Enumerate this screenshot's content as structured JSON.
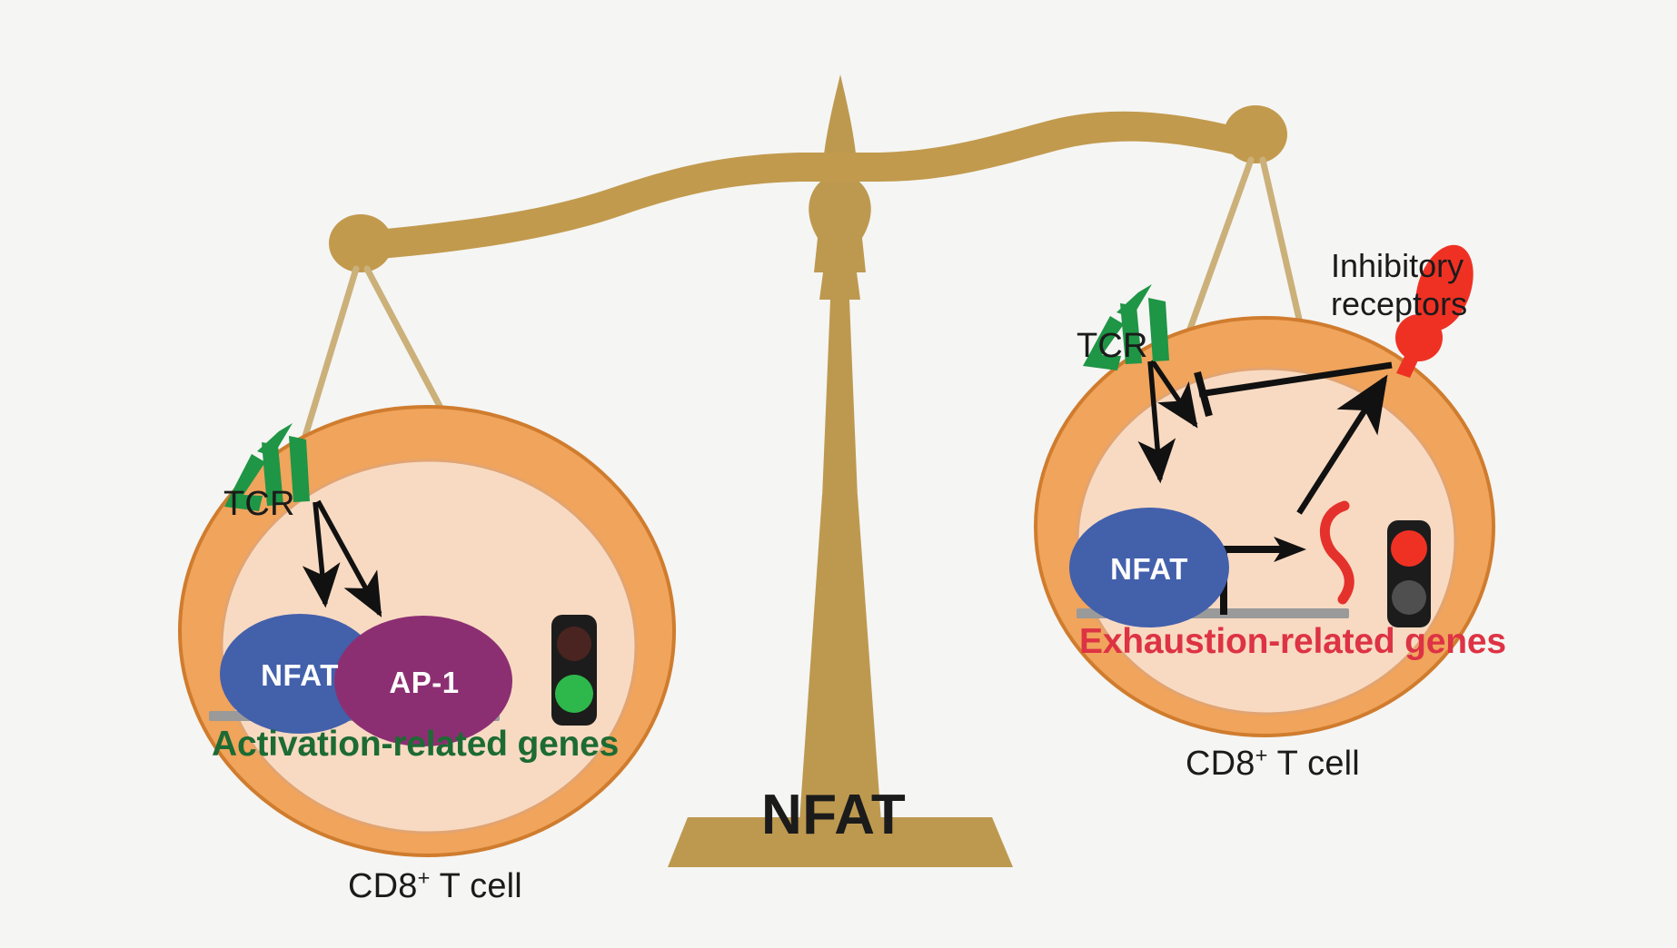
{
  "figure": {
    "type": "diagram",
    "subject": "NFAT balance between T cell activation and exhaustion",
    "background_color": "#f5f5f3"
  },
  "balance": {
    "fulcrum_label": "NFAT",
    "beam_color": "#c19a4e",
    "stand_color": "#bd9950",
    "tilt": "right side down"
  },
  "left_cell": {
    "cell_label": "CD8",
    "cell_label_sup": "+",
    "cell_label_tail": " T cell",
    "tcr_label": "TCR",
    "membrane_color": "#f0a45c",
    "cytoplasm_color": "#f8dac2",
    "tf": [
      {
        "name": "NFAT",
        "color": "#4360ab"
      },
      {
        "name": "AP-1",
        "color": "#8c2f72"
      }
    ],
    "gene_label": "Activation-related genes",
    "gene_label_color": "#1d6b34",
    "dna_color": "#9a9a9a",
    "traffic_light": {
      "name": "traffic-light-green",
      "top_lamp": "off-red",
      "top_color": "#4a2420",
      "bottom_lamp": "on-green",
      "bottom_color": "#2eb84c"
    }
  },
  "right_cell": {
    "cell_label": "CD8",
    "cell_label_sup": "+",
    "cell_label_tail": " T cell",
    "tcr_label": "TCR",
    "inhibitory_label_line1": "Inhibitory",
    "inhibitory_label_line2": "receptors",
    "inhibitory_color": "#ef3124",
    "membrane_color": "#f0a45c",
    "cytoplasm_color": "#f8dac2",
    "tf": [
      {
        "name": "NFAT",
        "color": "#4360ab"
      }
    ],
    "gene_label": "Exhaustion-related genes",
    "gene_label_color": "#dd3344",
    "dna_color": "#9a9a9a",
    "rna_color": "#e5312c",
    "traffic_light": {
      "name": "traffic-light-red",
      "top_lamp": "on-red",
      "top_color": "#ef3124",
      "bottom_lamp": "off-gray",
      "bottom_color": "#4f4f4f"
    }
  },
  "palette": {
    "tcr_green": "#1f9546",
    "arrow_black": "#111111",
    "cell_outline": "#d07c2e"
  }
}
